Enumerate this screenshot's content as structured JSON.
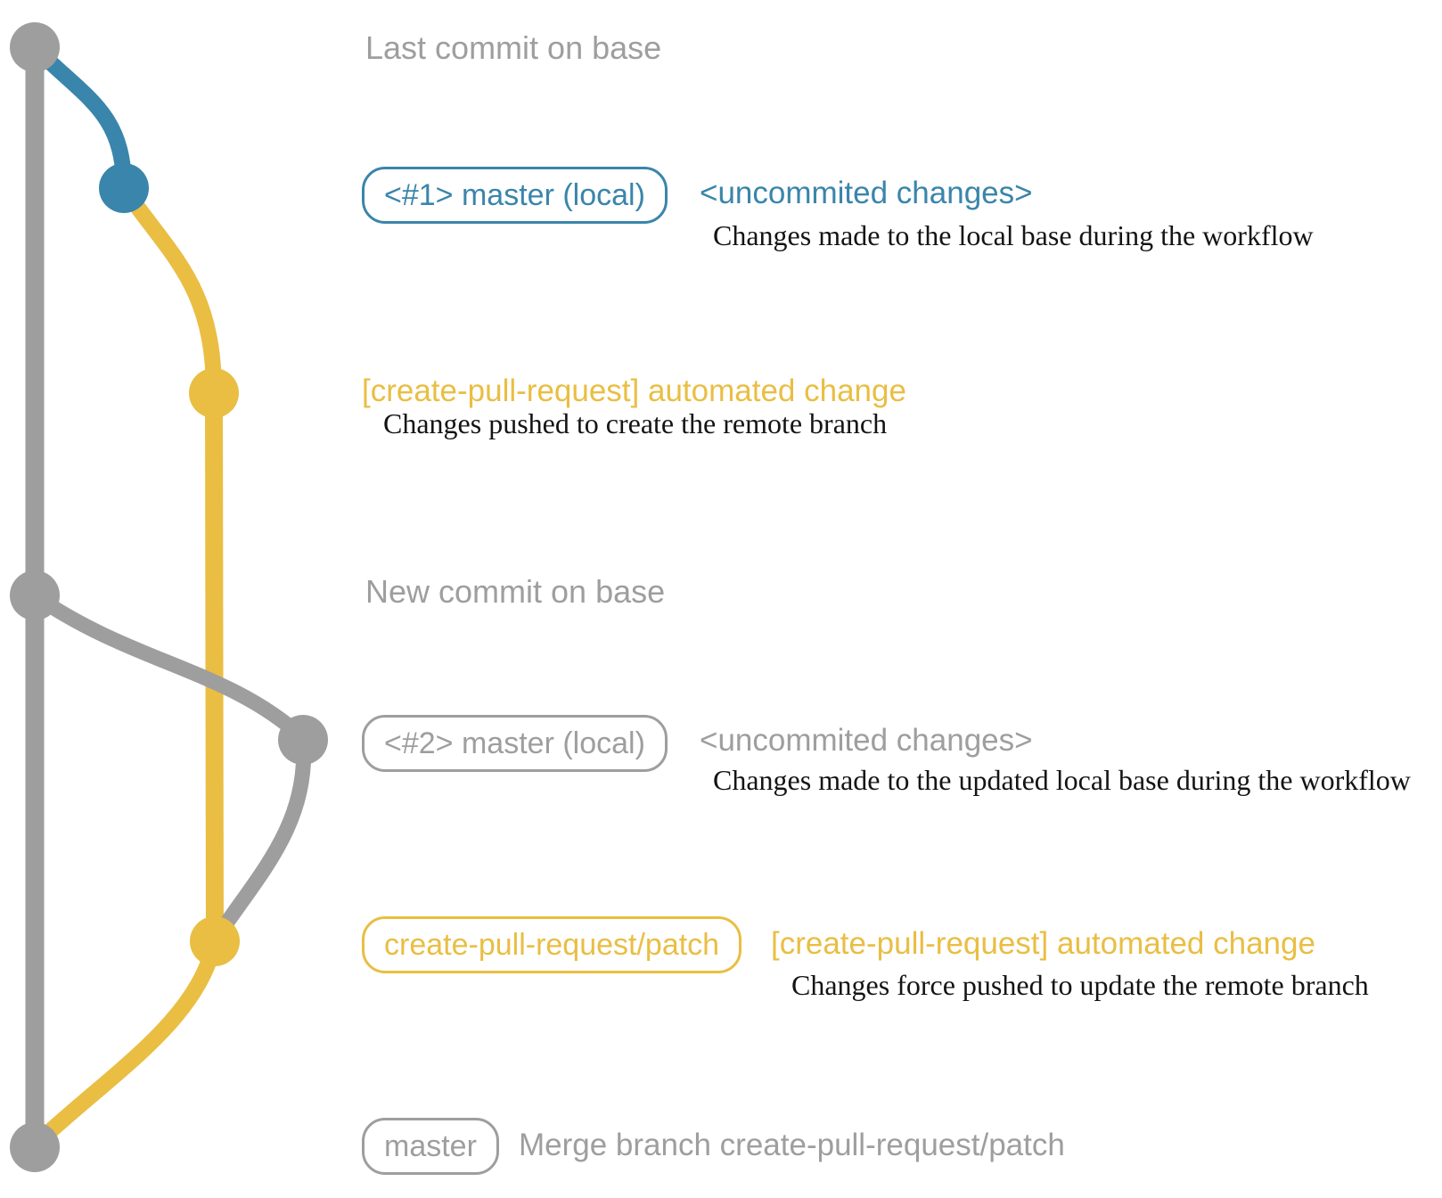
{
  "theme": {
    "gray": "#9e9e9e",
    "blue": "#3a85ab",
    "yellow": "#e9be43",
    "ink": "#141414",
    "bg": "#ffffff"
  },
  "annotations": {
    "base_top": {
      "text": "Last commit on base"
    },
    "local1": {
      "badge": "<#1> master (local)",
      "note": "<uncommited changes>",
      "caption": "Changes made to the local base during the workflow"
    },
    "remote1": {
      "note": "[create-pull-request] automated change",
      "caption": "Changes pushed to create the remote branch"
    },
    "base_new": {
      "text": "New commit on base"
    },
    "local2": {
      "badge": "<#2> master (local)",
      "note": "<uncommited changes>",
      "caption": "Changes made to the updated local base during the workflow"
    },
    "remote2": {
      "badge": "create-pull-request/patch",
      "note": "[create-pull-request] automated change",
      "caption": "Changes force pushed to update the remote branch"
    },
    "merge": {
      "badge": "master",
      "note": "Merge branch create-pull-request/patch"
    }
  },
  "graph": {
    "commit_dots": [
      {
        "name": "last-commit-on-base",
        "color": "gray"
      },
      {
        "name": "local-commit-1",
        "color": "blue"
      },
      {
        "name": "remote-branch-commit-1",
        "color": "yellow"
      },
      {
        "name": "new-commit-on-base",
        "color": "gray"
      },
      {
        "name": "local-commit-2",
        "color": "gray"
      },
      {
        "name": "remote-branch-commit-2",
        "color": "yellow"
      },
      {
        "name": "merge-commit",
        "color": "gray"
      }
    ]
  }
}
